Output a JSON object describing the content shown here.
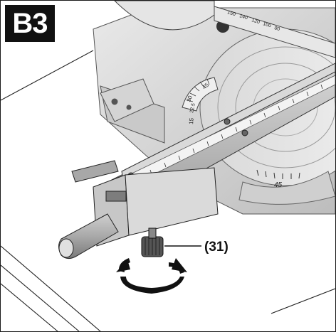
{
  "figure": {
    "label": "B3",
    "callout": "(31)",
    "scale_top": [
      "150",
      "140",
      "120",
      "100",
      "80"
    ],
    "scale_bevel": [
      "45",
      "30",
      "22.5",
      "15"
    ],
    "scale_bottom": "45"
  }
}
